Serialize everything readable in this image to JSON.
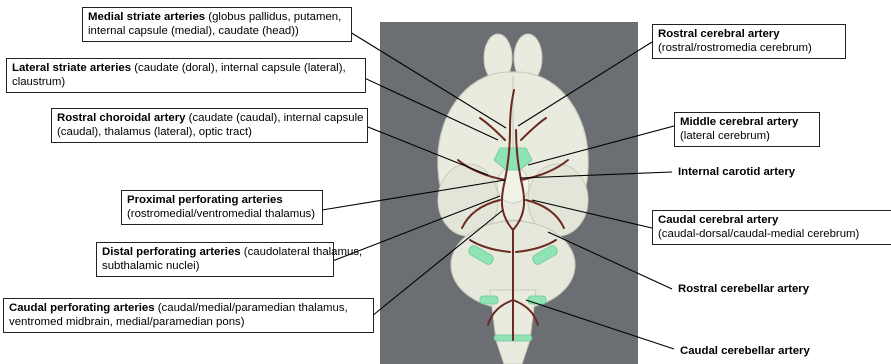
{
  "labels": {
    "medial_striate": {
      "name": "Medial striate arteries",
      "line1_rest": " (globus pallidus, putamen,",
      "line2": "internal capsule (medial), caudate (head))"
    },
    "lateral_striate": {
      "name": "Lateral striate arteries",
      "line1_rest": " (caudate (doral), internal capsule (lateral),",
      "line2": "claustrum)"
    },
    "rostral_choroidal": {
      "name": "Rostral choroidal artery",
      "line1_rest": " (caudate (caudal), internal capsule",
      "line2": "(caudal), thalamus (lateral), optic tract)"
    },
    "proximal_perforating": {
      "name": "Proximal perforating arteries",
      "line2": "(rostromedial/ventromedial thalamus)"
    },
    "distal_perforating": {
      "name": "Distal perforating arteries",
      "line1_rest": " (caudolateral thalamus,",
      "line2": "subthalamic nuclei)"
    },
    "caudal_perforating": {
      "name": "Caudal perforating arteries",
      "line1_rest": " (caudal/medial/paramedian thalamus,",
      "line2": "ventromed midbrain, medial/paramedian pons)"
    },
    "rostral_cerebral": {
      "name": "Rostral cerebral artery",
      "line2": "(rostral/rostromedia cerebrum)"
    },
    "middle_cerebral": {
      "name": "Middle cerebral artery",
      "line2": "(lateral cerebrum)"
    },
    "internal_carotid": {
      "name": "Internal carotid artery"
    },
    "caudal_cerebral": {
      "name": "Caudal cerebral artery",
      "line2": "(caudal-dorsal/caudal-medial cerebrum)"
    },
    "rostral_cerebellar": {
      "name": "Rostral cerebellar artery"
    },
    "caudal_cerebellar": {
      "name": "Caudal cerebellar artery"
    }
  },
  "colors": {
    "panel_bg": "#6b6e72",
    "brain": "#e9ebdf",
    "brain_shadow": "#c9ccbd",
    "artery": "#6b2a22",
    "highlight": "#8fe3b4",
    "leader_line": "#000000"
  }
}
